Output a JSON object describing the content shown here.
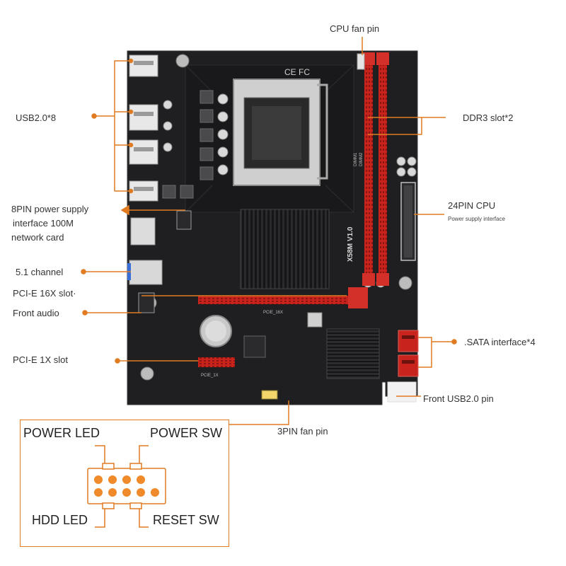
{
  "labels": {
    "cpu_fan_pin": "CPU fan pin",
    "usb20": "USB2.0*8",
    "ddr3": "DDR3 slot*2",
    "power8pin_l1": "8PIN power supply",
    "power8pin_l2": "interface 100M",
    "power8pin_l3": "network card",
    "cpu24pin": "24PIN CPU",
    "cpu24pin_sub": "Power supply interface",
    "channel51": "5.1 channel",
    "pcie16": "PCI-E 16X slot·",
    "front_audio": "Front audio",
    "sata": ".SATA interface*4",
    "pcie1": "PCI-E 1X slot",
    "front_usb": "Front USB2.0 pin",
    "fan3pin": "3PIN fan pin"
  },
  "board": {
    "marks": "CE FC",
    "model": "X58M V1.0",
    "pcie16_silk": "PCIE_16X",
    "pcie1_silk": "PCIE_1X",
    "dimm_a": "DIMM1",
    "dimm_b": "DIMM2"
  },
  "front_panel": {
    "power_led": "POWER LED",
    "power_sw": "POWER SW",
    "hdd_led": "HDD LED",
    "reset_sw": "RESET SW"
  },
  "colors": {
    "accent": "#e07b22",
    "pcb": "#1f1f21",
    "slot_red": "#c8241d",
    "pin_orange": "#f08a2a"
  }
}
